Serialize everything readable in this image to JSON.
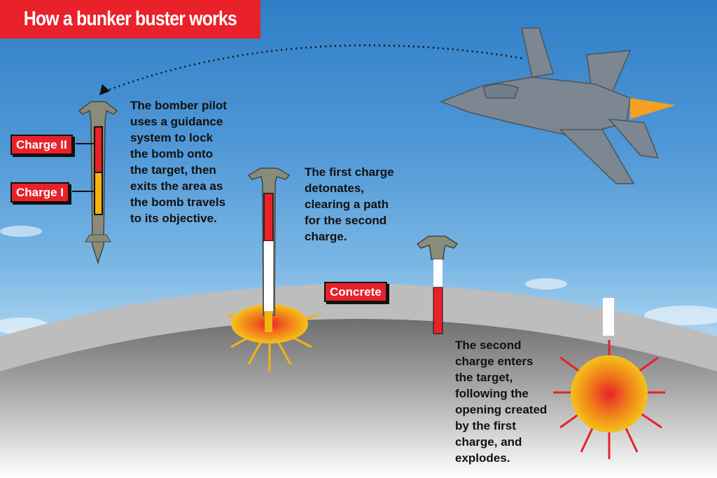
{
  "title": "How a bunker buster works",
  "labels": {
    "charge_2": "Charge II",
    "charge_1": "Charge I",
    "concrete": "Concrete"
  },
  "steps": [
    "The bomber pilot\nuses a guidance\nsystem to lock\nthe bomb onto\nthe target, then\nexits the area as\nthe bomb travels\nto its objective.",
    "The first charge\ndetonates,\nclearing a path\nfor the second\ncharge.",
    "The second\ncharge enters\nthe target,\nfollowing the\nopening created\nby the first\ncharge, and\nexplodes."
  ],
  "colors": {
    "title_bg": "#e8212a",
    "charge_2": "#e8212a",
    "charge_1": "#f5b30f",
    "bomb": "#8a8c7a"
  }
}
